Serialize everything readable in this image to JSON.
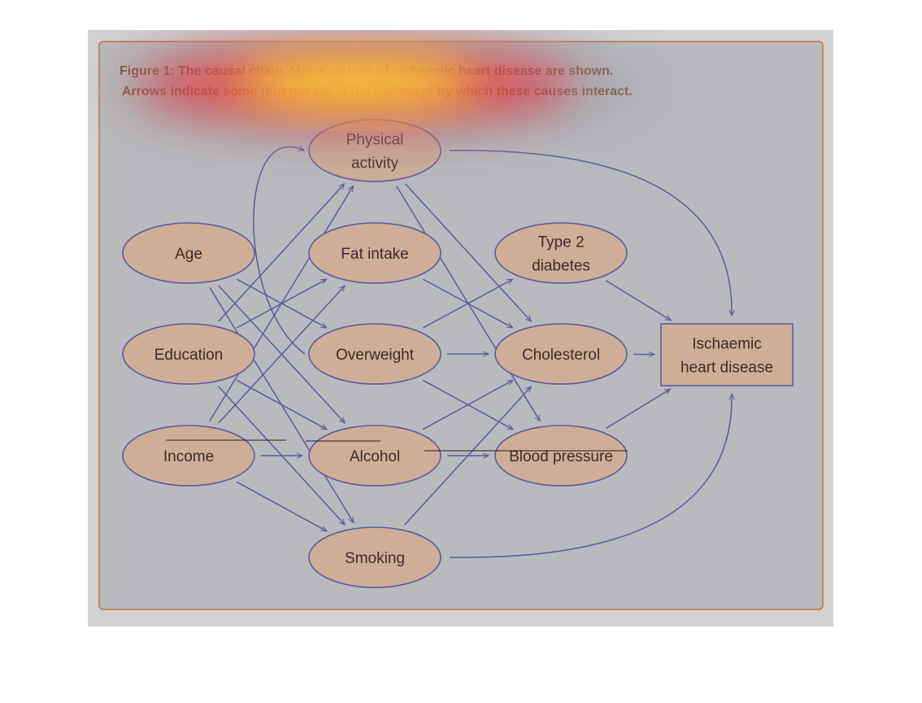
{
  "colors": {
    "panel": "#b9babd",
    "panel_border": "#c8703a",
    "node_fill": "#cfae97",
    "node_stroke": "#5b5aa0",
    "arrow": "#5b5aa0",
    "caption": "#7a4a2a"
  },
  "caption": {
    "line1": "Figure 1: The causal chain. Major causes of ischaemic heart disease are shown.",
    "line2": "Arrows indicate some (but not all) of the pathways by which these causes interact."
  },
  "nodes": {
    "age": {
      "lines": [
        "Age"
      ]
    },
    "education": {
      "lines": [
        "Education"
      ]
    },
    "income": {
      "lines": [
        "Income"
      ]
    },
    "physical_activity": {
      "lines": [
        "Physical",
        "activity"
      ]
    },
    "fat_intake": {
      "lines": [
        "Fat intake"
      ]
    },
    "overweight": {
      "lines": [
        "Overweight"
      ]
    },
    "alcohol": {
      "lines": [
        "Alcohol"
      ]
    },
    "smoking": {
      "lines": [
        "Smoking"
      ]
    },
    "type2_diabetes": {
      "lines": [
        "Type 2",
        "diabetes"
      ]
    },
    "cholesterol": {
      "lines": [
        "Cholesterol"
      ]
    },
    "blood_pressure": {
      "lines": [
        "Blood pressure"
      ]
    },
    "ihd": {
      "lines": [
        "Ischaemic",
        "heart disease"
      ]
    }
  },
  "edges": [
    [
      "age",
      "overweight"
    ],
    [
      "age",
      "alcohol"
    ],
    [
      "age",
      "smoking"
    ],
    [
      "education",
      "physical_activity"
    ],
    [
      "education",
      "fat_intake"
    ],
    [
      "education",
      "alcohol"
    ],
    [
      "education",
      "smoking"
    ],
    [
      "income",
      "physical_activity"
    ],
    [
      "income",
      "fat_intake"
    ],
    [
      "income",
      "alcohol"
    ],
    [
      "income",
      "smoking"
    ],
    [
      "physical_activity",
      "cholesterol"
    ],
    [
      "physical_activity",
      "blood_pressure"
    ],
    [
      "physical_activity",
      "ihd"
    ],
    [
      "fat_intake",
      "cholesterol"
    ],
    [
      "overweight",
      "type2_diabetes"
    ],
    [
      "overweight",
      "cholesterol"
    ],
    [
      "overweight",
      "blood_pressure"
    ],
    [
      "alcohol",
      "cholesterol"
    ],
    [
      "alcohol",
      "blood_pressure"
    ],
    [
      "smoking",
      "cholesterol"
    ],
    [
      "smoking",
      "ihd"
    ],
    [
      "type2_diabetes",
      "ihd"
    ],
    [
      "cholesterol",
      "ihd"
    ],
    [
      "blood_pressure",
      "ihd"
    ],
    [
      "overweight",
      "physical_activity"
    ]
  ]
}
